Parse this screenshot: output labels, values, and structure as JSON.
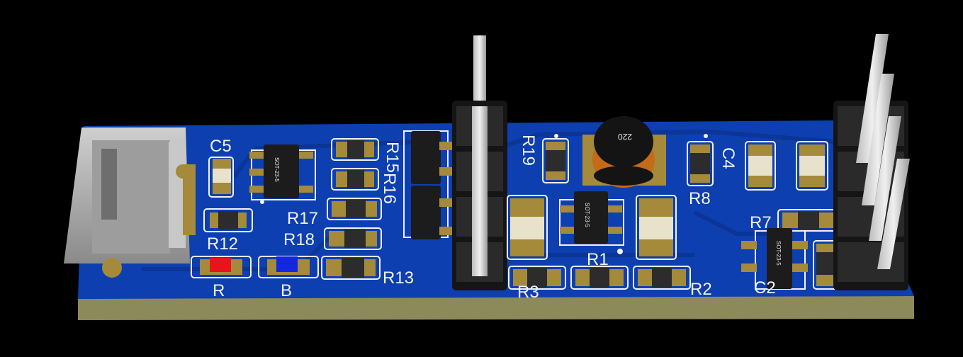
{
  "scene": {
    "background_color": "#000000",
    "board_color": "#0d3fb0",
    "board_edge_color": "#8c8a5a",
    "pad_color": "#a48a3a",
    "silk_color": "#f2f2f2"
  },
  "labels": {
    "c5": "C5",
    "r12": "R12",
    "r": "R",
    "b": "B",
    "r17": "R17",
    "r18": "R18",
    "r15": "R15",
    "r16": "R16",
    "r13": "R13",
    "r19": "R19",
    "c4": "C4",
    "r8": "R8",
    "r7": "R7",
    "r1": "R1",
    "r3": "R3",
    "r2": "R2",
    "c2": "C2",
    "inductor_marking": "220",
    "ic1_marking": "SOT-23-5",
    "ic2_marking": "SOT-23-5",
    "ic3_marking": "SOT-23-5"
  },
  "leds": {
    "red": "#e8141a",
    "blue": "#1427e0"
  }
}
